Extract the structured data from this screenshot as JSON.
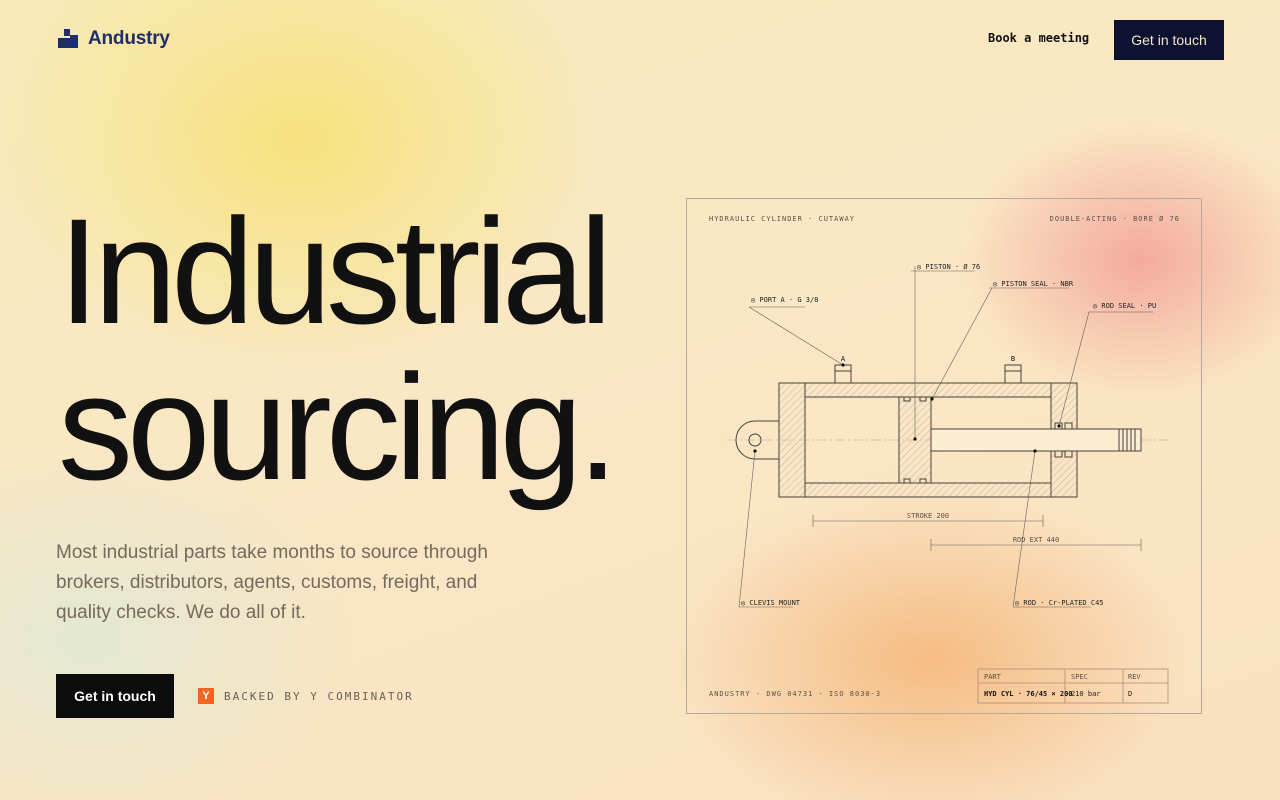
{
  "header": {
    "brand": "Andustry",
    "book_meeting": "Book a meeting",
    "get_in_touch": "Get in touch"
  },
  "hero": {
    "line1": "Industrial",
    "line2": "sourcing.",
    "lede": "Most industrial parts take months to source through brokers, distributors, agents, customs, freight, and quality checks. We do all of it.",
    "cta": "Get in touch",
    "yc_letter": "Y",
    "yc_text": "BACKED BY Y COMBINATOR"
  },
  "drawing": {
    "title_left": "HYDRAULIC CYLINDER · CUTAWAY",
    "title_right": "DOUBLE-ACTING · BORE Ø 76",
    "callouts": {
      "piston": "◎ PISTON · Ø 76",
      "piston_seal": "◎ PISTON SEAL · NBR",
      "port_a": "◎ PORT A · G 3/8",
      "rod_seal": "◎ ROD SEAL · PU",
      "clevis": "◎ CLEVIS MOUNT",
      "rod": "◎ ROD · Cr-PLATED C45"
    },
    "port_labels": {
      "a": "A",
      "b": "B"
    },
    "dims": {
      "stroke": "STROKE 200",
      "rod_ext": "ROD EXT 440"
    },
    "footer_left": "ANDUSTRY · DWG 04731 · ISO 8030-3",
    "table": {
      "headers": [
        "PART",
        "SPEC",
        "REV"
      ],
      "values": [
        "HYD CYL · 76/45 × 200",
        "210 bar",
        "D"
      ]
    }
  }
}
